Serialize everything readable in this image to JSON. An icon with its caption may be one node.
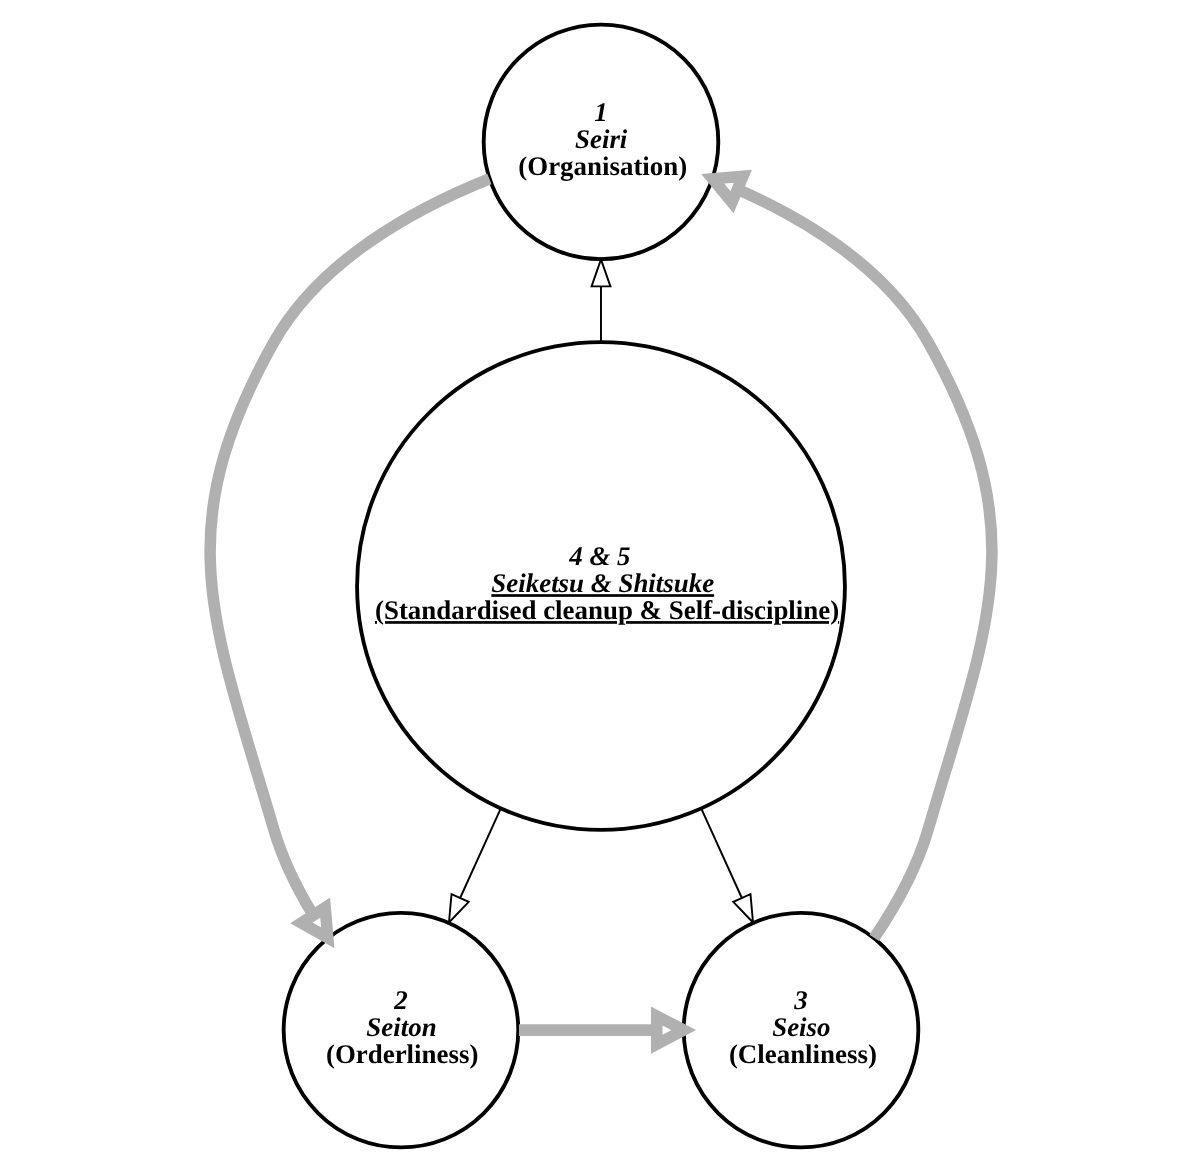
{
  "diagram": {
    "nodes": [
      {
        "text": [
          "1",
          "Seiri",
          "(Organisation)"
        ]
      },
      {
        "text": [
          "4 & 5",
          "Seiketsu & Shitsuke",
          "(Standardised cleanup & Self-discipline)"
        ]
      },
      {
        "text": [
          "3",
          "Seiso",
          "(Cleanliness)"
        ]
      },
      {
        "text": [
          "2",
          "Seiton",
          "(Orderliness)"
        ]
      }
    ],
    "edges": [
      {
        "from": 1,
        "to": 0,
        "arrow": "to"
      },
      {
        "from": 0,
        "to": 3,
        "arrow": "to",
        "style": "thick",
        "color": "#b0b0b0"
      },
      {
        "from": 1,
        "to": 3,
        "arrow": "to"
      },
      {
        "from": 3,
        "to": 2,
        "arrow": "to",
        "style": "thick",
        "color": "#b0b0b0"
      },
      {
        "from": 1,
        "to": 2,
        "arrow": "to"
      },
      {
        "from": 2,
        "to": 0,
        "arrow": "to",
        "style": "thick",
        "color": "#b0b0b0"
      }
    ]
  }
}
